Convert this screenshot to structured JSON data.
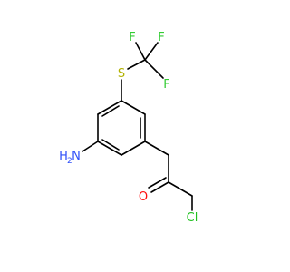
{
  "molecule": {
    "atoms": {
      "fluorine_top_left": "F",
      "fluorine_top_right": "F",
      "fluorine_right": "F",
      "sulfur": "S",
      "amine_N": "N",
      "amine_H2": "H",
      "amine_H2_sub": "2",
      "oxygen": "O",
      "chlorine": "Cl"
    },
    "colors": {
      "bond": "#000000",
      "fluorine": "#33cc33",
      "sulfur": "#b2b200",
      "nitrogen": "#3050f8",
      "oxygen": "#ff0d0d",
      "chlorine": "#1fc01f"
    }
  }
}
